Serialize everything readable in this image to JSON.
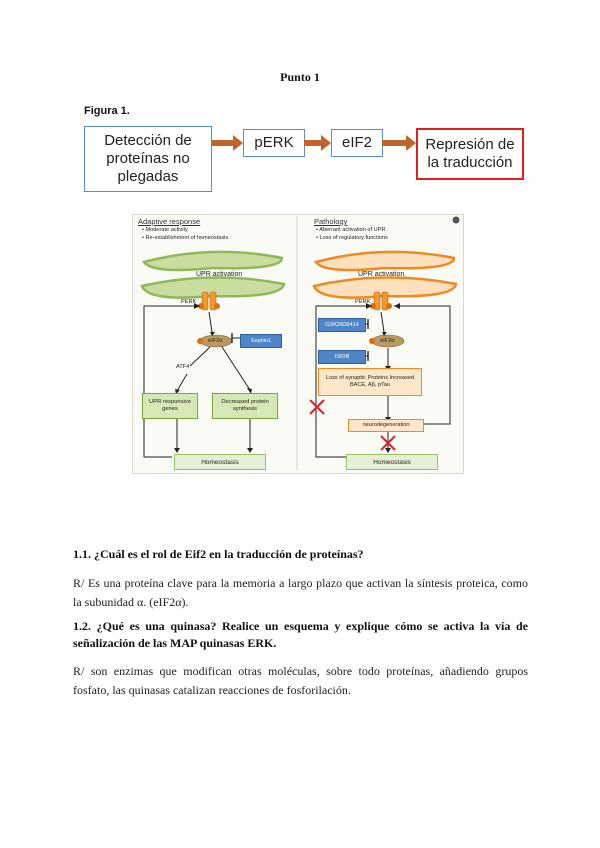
{
  "page": {
    "title": "Punto 1",
    "figure_label": "Figura 1."
  },
  "flow": {
    "box1": "Detección de proteínas no plegadas",
    "box2": "pERK",
    "box3": "eIF2",
    "box4": "Represión de la traducción"
  },
  "panel_left": {
    "title": "Adaptive response",
    "bullet1": "Moderate activity",
    "bullet2": "Re-establishment of homeostasis",
    "upr": "UPR activation",
    "perk": "PERK",
    "eif": "eIF2α",
    "sephin": "Sephin1",
    "atf4": "ATF4",
    "box_genes": "UPR responsive genes",
    "box_synth": "Decreased protein synthesis",
    "homeostasis": "Homeostasis"
  },
  "panel_right": {
    "title": "Pathology",
    "bullet1": "Aberrant activation of UPR",
    "bullet2": "Loss of regulatory functions",
    "upr": "UPR activation",
    "perk": "PERK",
    "gsk": "GSK2606414",
    "eif": "eIF2α",
    "isrib": "ISRIB",
    "loss_box": "Loss of synaptic Proteins Increased BACE, Aβ, pTau",
    "neuro": "neurodegeneration",
    "homeostasis": "Homeostasis"
  },
  "section1": {
    "question": "1.1. ¿Cuál es el rol de Eif2 en la traducción de proteínas?",
    "answer": "R/ Es una proteína clave para la memoria a largo plazo que activan la síntesis proteica, como la subunidad α. (eIF2α)."
  },
  "section2": {
    "question": "1.2. ¿Qué es una quinasa? Realice un esquema y explique cómo se activa la vía de señalización de las MAP quinasas ERK.",
    "answer": "R/ son enzimas que modifican otras moléculas, sobre todo proteínas, añadiendo grupos fosfato, las quinasas catalizan reacciones de fosforilación."
  },
  "colors": {
    "flow_arrow": "#c0652a",
    "box_blue": "#5b8ccc",
    "box_red": "#e02020",
    "er_green": "#8fb85a",
    "er_orange": "#f0891f",
    "inhibitor_blue": "#4f86c8",
    "cross_red": "#e0202a"
  }
}
